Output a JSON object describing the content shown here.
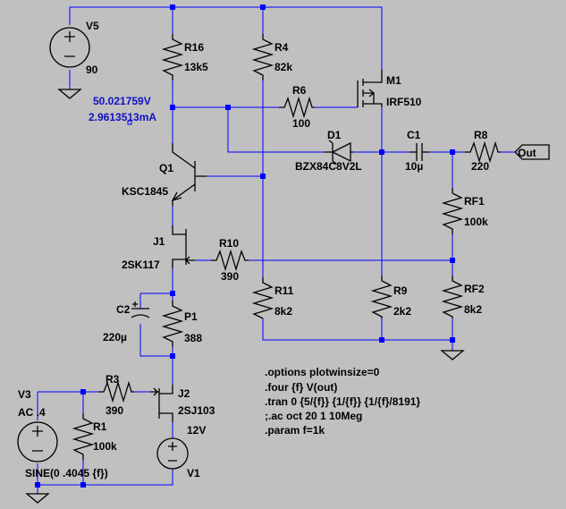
{
  "components": {
    "V5": {
      "ref": "V5",
      "value": "90"
    },
    "R16": {
      "ref": "R16",
      "value": "13k5"
    },
    "R4": {
      "ref": "R4",
      "value": "82k"
    },
    "M1": {
      "ref": "M1",
      "value": "IRF510"
    },
    "R6": {
      "ref": "R6",
      "value": "100"
    },
    "D1": {
      "ref": "D1",
      "value": "BZX84C8V2L"
    },
    "C1": {
      "ref": "C1",
      "value": "10µ"
    },
    "R8": {
      "ref": "R8",
      "value": "220"
    },
    "Q1": {
      "ref": "Q1",
      "value": "KSC1845"
    },
    "RF1": {
      "ref": "RF1",
      "value": "100k"
    },
    "J1": {
      "ref": "J1",
      "value": "2SK117"
    },
    "R10": {
      "ref": "R10",
      "value": "390"
    },
    "C2": {
      "ref": "C2",
      "value": "220µ"
    },
    "P1": {
      "ref": "P1",
      "value": "388"
    },
    "R11": {
      "ref": "R11",
      "value": "8k2"
    },
    "R9": {
      "ref": "R9",
      "value": "2k2"
    },
    "RF2": {
      "ref": "RF2",
      "value": "8k2"
    },
    "V3": {
      "ref": "V3",
      "value": "AC .4",
      "source": "SINE(0 .4045 {f})"
    },
    "R3": {
      "ref": "R3",
      "value": "390"
    },
    "J2": {
      "ref": "J2",
      "value": "2SJ103"
    },
    "R1": {
      "ref": "R1",
      "value": "100k"
    },
    "V1": {
      "ref": "V1",
      "value": "12V"
    }
  },
  "net_label_out": "Out",
  "probe": {
    "voltage": "50.021759V",
    "current": "2.9613513mA"
  },
  "directives": [
    ".options plotwinsize=0",
    ".four {f} V(out)",
    ".tran 0 {5/{f}} {1/{f}} {1/{f}/8191}",
    ";.ac oct 20 1 10Meg",
    ".param f=1k"
  ],
  "colors": {
    "background": "#c0c0c0",
    "wire": "#0000ff",
    "component": "#000000",
    "probe_text": "#1010c0"
  }
}
